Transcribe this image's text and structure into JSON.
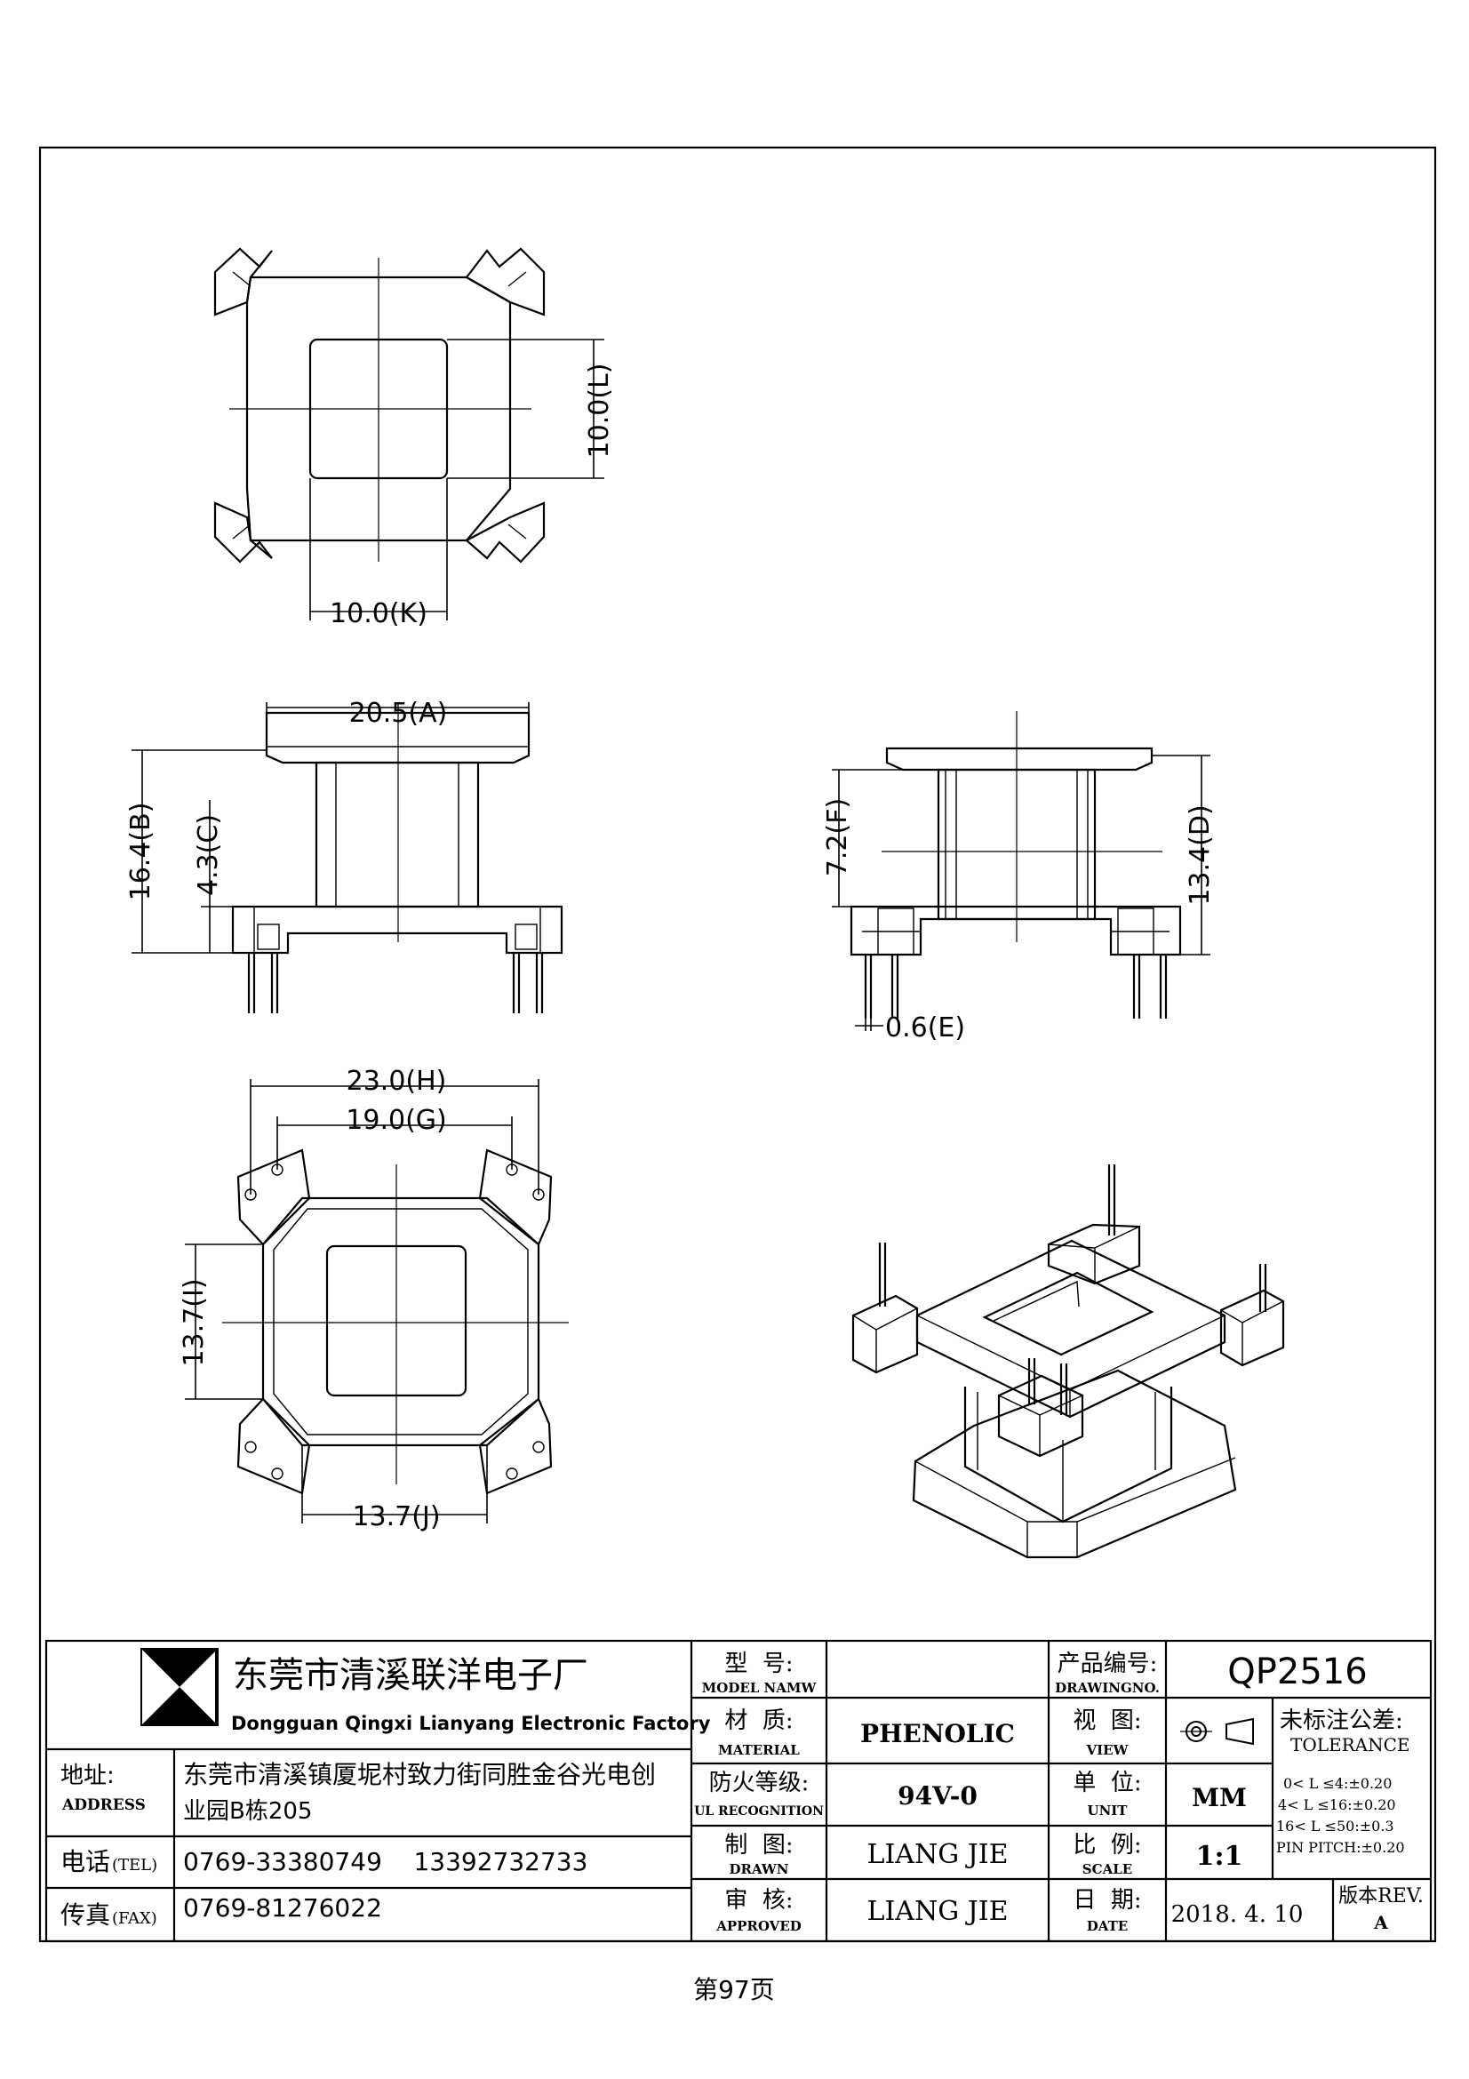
{
  "dimensions": {
    "L": "10.0(L)",
    "K": "10.0(K)",
    "A": "20.5(A)",
    "B": "16.4(B)",
    "C": "4.3(C)",
    "F": "7.2(F)",
    "D": "13.4(D)",
    "E": "0.6(E)",
    "H": "23.0(H)",
    "G": "19.0(G)",
    "I": "13.7(I)",
    "J": "13.7(J)"
  },
  "company": {
    "name_cn": "东莞市清溪联洋电子厂",
    "name_en": "Dongguan Qingxi Lianyang Electronic Factory"
  },
  "contact": {
    "address_label_cn": "地址:",
    "address_label_en": "ADDRESS",
    "address_line1": "东莞市清溪镇厦坭村致力街同胜金谷光电创",
    "address_line2": "业园B栋205",
    "tel_label_cn": "电话",
    "tel_label_en": "(TEL)",
    "tel_value": "0769-33380749    13392732733",
    "fax_label_cn": "传真",
    "fax_label_en": "(FAX)",
    "fax_value": "0769-81276022"
  },
  "fields": {
    "model_cn": "型  号:",
    "model_en": "MODEL NAMW",
    "model_value": "",
    "material_cn": "材  质:",
    "material_en": "MATERIAL",
    "material_value": "PHENOLIC",
    "ul_cn": "防火等级:",
    "ul_en": "UL RECOGNITION",
    "ul_value": "94V-0",
    "drawn_cn": "制  图:",
    "drawn_en": "DRAWN",
    "drawn_value": "LIANG JIE",
    "approved_cn": "审  核:",
    "approved_en": "APPROVED",
    "approved_value": "LIANG JIE",
    "drawingno_cn": "产品编号:",
    "drawingno_en": "DRAWINGNO.",
    "drawingno_value": "QP2516",
    "view_cn": "视  图:",
    "view_en": "VIEW",
    "unit_cn": "单  位:",
    "unit_en": "UNIT",
    "unit_value": "MM",
    "scale_cn": "比  例:",
    "scale_en": "SCALE",
    "scale_value": "1:1",
    "date_cn": "日  期:",
    "date_en": "DATE",
    "date_value": "2018. 4. 10",
    "rev_cn": "版本REV.",
    "rev_value": "A"
  },
  "tolerance": {
    "title_cn": "未标注公差:",
    "title_en": "TOLERANCE",
    "line1": "0< L ≤4:±0.20",
    "line2": "4< L ≤16:±0.20",
    "line3": "16< L ≤50:±0.3",
    "line4": "PIN PITCH:±0.20"
  },
  "page_number": "第97页"
}
